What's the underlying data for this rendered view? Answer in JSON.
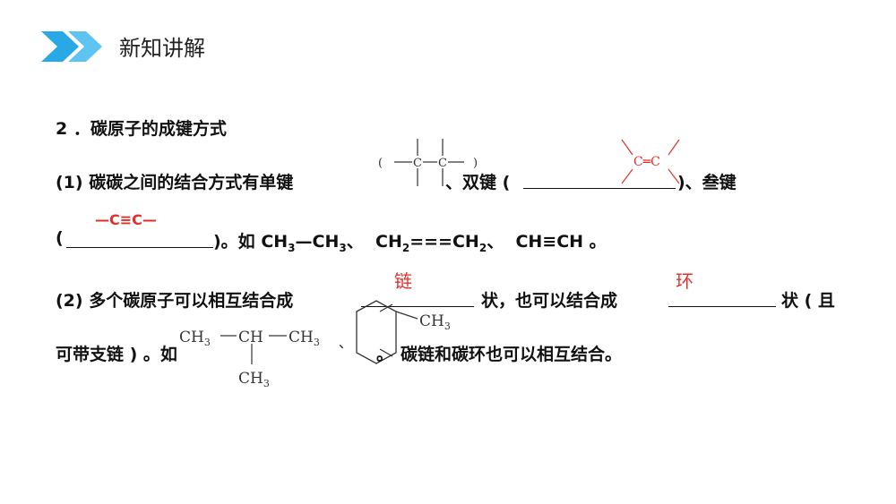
{
  "header": {
    "title": "新知讲解"
  },
  "section": {
    "heading": "2 ．碳原子的成键方式"
  },
  "para1": {
    "text_start": "(1) 碳碳之间的结合方式有单键",
    "double_bond_label": "、双键 (",
    "triple_bond_label": ")、叁键",
    "answer_double": "C═C",
    "answer_triple": "—C≡C—"
  },
  "para1b": {
    "open_paren": "(",
    "close_text": ")。如 ",
    "ex1a": "CH",
    "ex1b": "3",
    "ex1c": "—CH",
    "ex1d": "3",
    "ex1e": "、",
    "ex2a": "CH",
    "ex2b": "2",
    "ex2c": "===CH",
    "ex2d": "2",
    "ex2e": "、",
    "ex3": "CH≡CH 。"
  },
  "para2": {
    "text_start": "(2) 多个碳原子可以相互结合成",
    "answer_chain": "链",
    "mid_text": "状，也可以结合成",
    "answer_ring": "环",
    "end_text": "状 ( 且",
    "line2_start": "可带支链 ) 。如",
    "comma": "、",
    "period": "。",
    "line2_end": "碳链和碳环也可以相互结合。"
  },
  "structure_single": {
    "open": "(",
    "c1": "C",
    "c2": "C",
    "close": ")"
  },
  "structure_branched": {
    "ch3_left": "CH",
    "sub3": "3",
    "ch": "CH",
    "ch3_right": "CH",
    "ch3_bottom": "CH"
  },
  "structure_ring": {
    "ch3": "CH"
  },
  "colors": {
    "chevron": "#29a8e6",
    "answer": "#e0302b"
  }
}
